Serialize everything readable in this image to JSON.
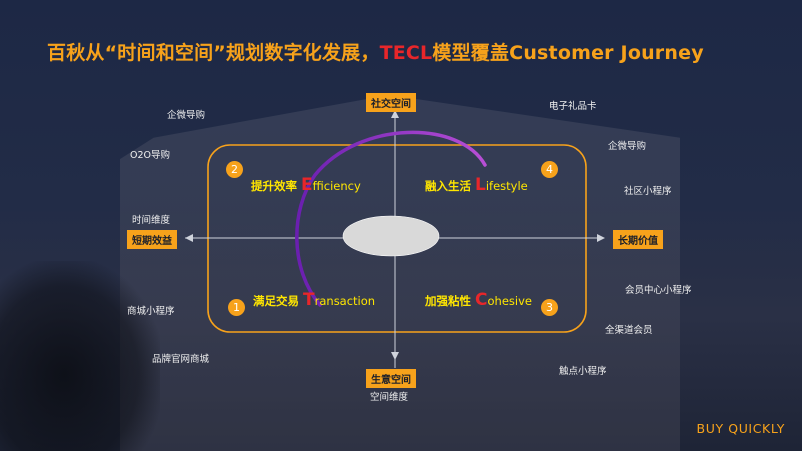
{
  "title": {
    "part1": "百秋从“时间和空间”规划数字化发展，",
    "part2": "TECL",
    "part3": "模型覆盖Customer Journey"
  },
  "axes": {
    "top": "社交空间",
    "bottom": "生意空间",
    "left": "短期效益",
    "right": "长期价值",
    "bottom_caption": "空间维度",
    "left_caption": "时间维度"
  },
  "quadrants": [
    {
      "num": "2",
      "cn": "提升效率",
      "letter": "E",
      "word": "fficiency"
    },
    {
      "num": "4",
      "cn": "融入生活",
      "letter": "L",
      "word": "ifestyle"
    },
    {
      "num": "1",
      "cn": "满足交易",
      "letter": "T",
      "word": "ransaction"
    },
    {
      "num": "3",
      "cn": "加强粘性",
      "letter": "C",
      "word": "ohesive"
    }
  ],
  "labels": {
    "wechat_guide_left": "企微导购",
    "o2o_guide": "O2O导购",
    "mall_miniprogram": "商城小程序",
    "brand_official_mall": "品牌官网商城",
    "e_gift_card": "电子礼品卡",
    "wechat_guide_right": "企微导购",
    "community_miniprogram": "社区小程序",
    "member_center_miniprogram": "会员中心小程序",
    "omnichannel_member": "全渠道会员",
    "touchpoint_miniprogram": "触点小程序"
  },
  "brand": "BUY QUICKLY",
  "colors": {
    "accent": "#f7a21b",
    "highlight": "#e8262a",
    "quadrant_text": "#ffe600",
    "arc": "#8b2fc9"
  }
}
